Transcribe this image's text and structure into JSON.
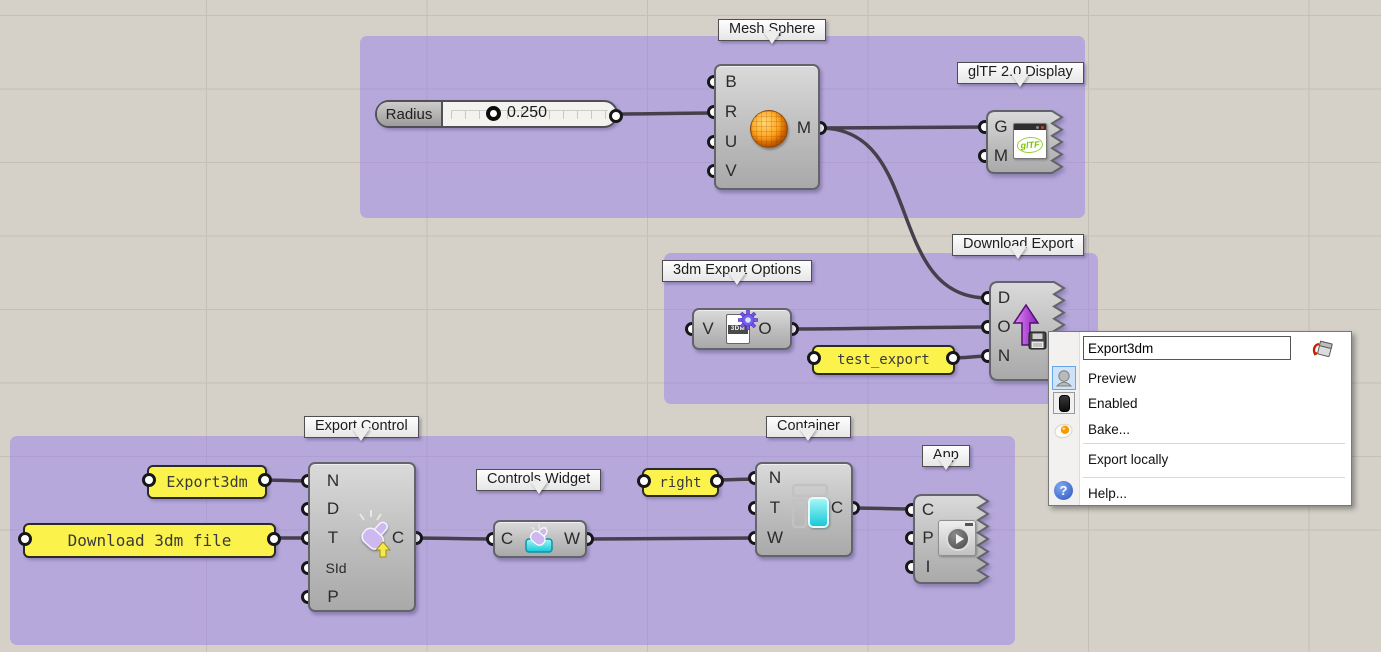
{
  "callouts": {
    "mesh_sphere": "Mesh Sphere",
    "gltf_display": "glTF 2.0 Display",
    "download_export": "Download Export",
    "export_options": "3dm Export Options",
    "export_control": "Export Control",
    "controls_widget": "Controls Widget",
    "container": "Container",
    "app": "App"
  },
  "slider": {
    "name": "Radius",
    "value": "0.250"
  },
  "components": {
    "mesh_sphere": {
      "in": [
        "B",
        "R",
        "U",
        "V"
      ],
      "out": [
        "M"
      ],
      "icon": "sphere-icon"
    },
    "gltf_display": {
      "in": [
        "G",
        "M"
      ],
      "out": [],
      "icon": "gltf-window-icon"
    },
    "download_export": {
      "in": [
        "D",
        "O",
        "N"
      ],
      "out": [],
      "icon": "upload-arrow-floppy-icon"
    },
    "export_options": {
      "in": [
        "V"
      ],
      "out": [
        "O"
      ],
      "icon": "3dm-file-gear-icon"
    },
    "export_control": {
      "in": [
        "N",
        "D",
        "T",
        "SId",
        "P"
      ],
      "out": [
        "C"
      ],
      "icon": "click-hand-export-icon"
    },
    "controls_widget": {
      "in": [
        "C"
      ],
      "out": [
        "W"
      ],
      "icon": "hand-tray-icon"
    },
    "container": {
      "in": [
        "N",
        "T",
        "W"
      ],
      "out": [
        "C"
      ],
      "icon": "container-widget-icon"
    },
    "app": {
      "in": [
        "C",
        "P",
        "I"
      ],
      "out": [],
      "icon": "app-play-icon"
    }
  },
  "panels": {
    "export3dm": "Export3dm",
    "download_3dm_file": "Download 3dm file",
    "right": "right",
    "test_export": "test_export"
  },
  "file_icon_text": "3DM",
  "gltf_logo_text": "glTF",
  "menu": {
    "field_value": "Export3dm",
    "field_icon": "paint-can-icon",
    "items": [
      {
        "label": "Preview",
        "icon": "preview-head-icon"
      },
      {
        "label": "Enabled",
        "icon": "enabled-capsule-icon"
      },
      {
        "label": "Bake...",
        "icon": "bake-egg-icon"
      },
      {
        "label": "Export locally",
        "icon": ""
      },
      {
        "label": "Help...",
        "icon": "help-question-icon"
      }
    ]
  },
  "glyphs": {
    "help": "?"
  },
  "colors": {
    "canvas_bg": "#d5d1c9",
    "grid_line": "#c4c0b7",
    "group_fill": "#8d71f7",
    "wire": "#45404b",
    "panel_yellow": "#fbf34c",
    "sphere_orange": "#f08a00",
    "arrow_purple": "#a93fd4",
    "widget_cyan": "#3fe3ea",
    "gltf_green": "#76b900"
  }
}
